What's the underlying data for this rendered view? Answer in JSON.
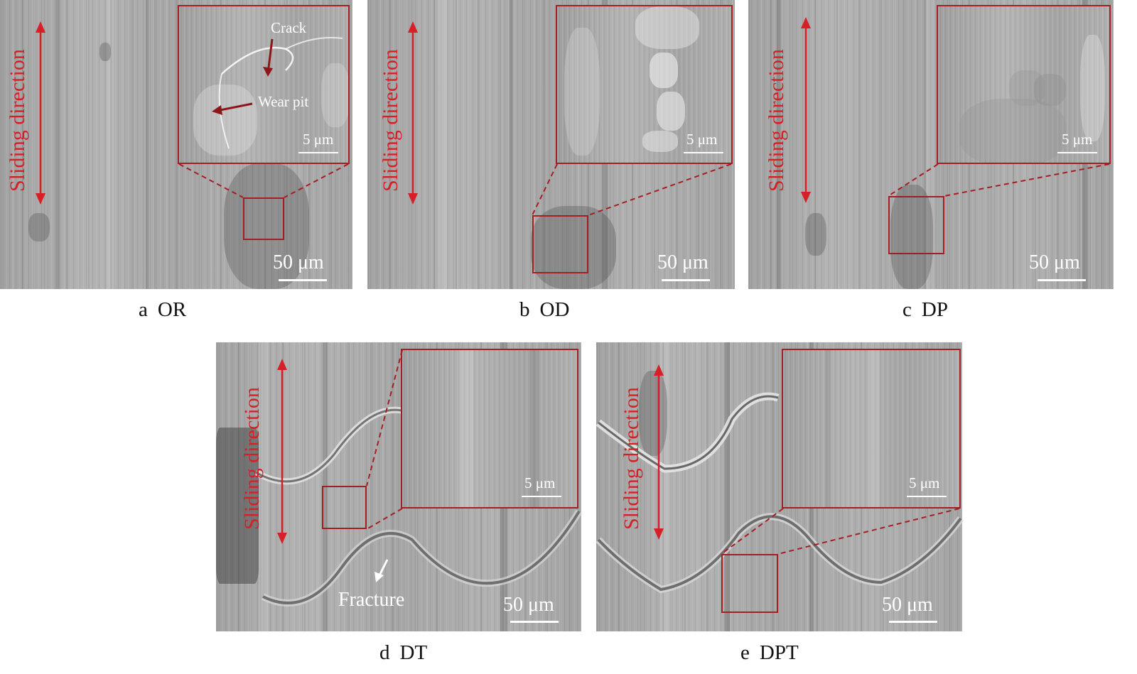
{
  "figure": {
    "panels": [
      {
        "id": "a",
        "letter": "a",
        "name": "OR",
        "direction_label": "Sliding direction",
        "main_scale": "50 μm",
        "inset_scale": "5 μm",
        "annotations": [
          "Crack",
          "Wear pit"
        ]
      },
      {
        "id": "b",
        "letter": "b",
        "name": "OD",
        "direction_label": "Sliding direction",
        "main_scale": "50 μm",
        "inset_scale": "5 μm"
      },
      {
        "id": "c",
        "letter": "c",
        "name": "DP",
        "direction_label": "Sliding direction",
        "main_scale": "50 μm",
        "inset_scale": "5 μm"
      },
      {
        "id": "d",
        "letter": "d",
        "name": "DT",
        "direction_label": "Sliding direction",
        "main_scale": "50 μm",
        "inset_scale": "5 μm",
        "annotations": [
          "Fracture"
        ]
      },
      {
        "id": "e",
        "letter": "e",
        "name": "DPT",
        "direction_label": "Sliding direction",
        "main_scale": "50 μm",
        "inset_scale": "5 μm"
      }
    ]
  },
  "colors": {
    "accent_red": "#d61f26",
    "frame_red": "#a31f24",
    "scale_white": "#ffffff"
  }
}
